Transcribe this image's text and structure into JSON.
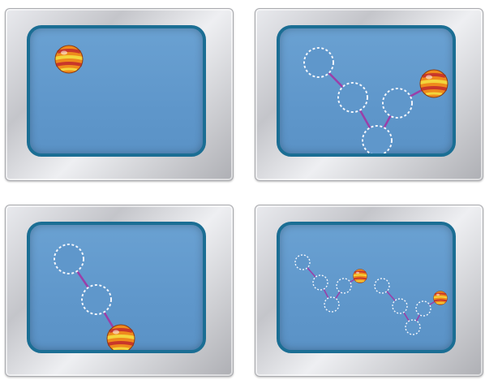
{
  "colors": {
    "screen": "#5f97cb",
    "screen_border": "#1b6e94",
    "path_link": "#9b3fa8",
    "ghost_circle": "#f2f5fb",
    "ball_orange": "#ef8a1c",
    "ball_red": "#c8372a",
    "ball_yellow": "#f3d53c"
  },
  "panels": [
    {
      "id": "top-left",
      "content": "ball-only"
    },
    {
      "id": "top-right",
      "content": "ball-path-four-steps"
    },
    {
      "id": "bottom-left",
      "content": "ball-path-two-steps"
    },
    {
      "id": "bottom-right",
      "content": "two-small-ball-paths"
    }
  ]
}
